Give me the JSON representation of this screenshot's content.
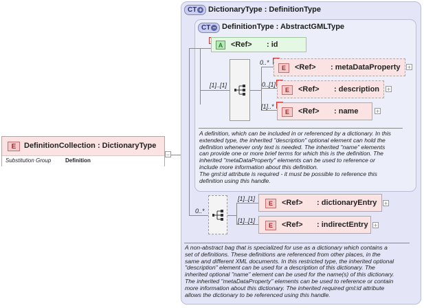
{
  "root_element": {
    "name": "DefinitionCollection : DictionaryType",
    "badge": "E",
    "substitution_group_label": "Substitution Group",
    "substitution_group_value": "Definition"
  },
  "outer_type": {
    "badge": "CT",
    "title": "DictionaryType : DefinitionType",
    "documentation": [
      "A non-abstract bag that is specialized for use as a dictionary which contains a",
      "set of definitions. These definitions are referenced from other places, in the",
      "same and different XML documents. In this restricted type, the inherited optional",
      "\"description\" element can be used for a description of this dictionary. The",
      "inherited optional \"name\" element can be used for the name(s) of this dictionary.",
      "The inherited \"metaDataProperty\" elements can be used to reference or contain",
      "more information about this dictionary. The inherited required gml:id attribute",
      "allows the dictionary to be referenced using this handle."
    ]
  },
  "inner_type": {
    "badge": "CT",
    "title": "DefinitionType : AbstractGMLType",
    "attribute": {
      "badge": "A",
      "ref": "<Ref>",
      "name": ": id"
    },
    "sequence_cardinality": "[1]..[1]",
    "elements": [
      {
        "badge": "E",
        "ref": "<Ref>",
        "name": ": metaDataProperty",
        "cardinality": "0..*"
      },
      {
        "badge": "E",
        "ref": "<Ref>",
        "name": ": description",
        "cardinality": "0..[1]"
      },
      {
        "badge": "E",
        "ref": "<Ref>",
        "name": ": name",
        "cardinality": "[1]..*"
      }
    ],
    "documentation": [
      "A definition, which can be included in or referenced by a dictionary. In this",
      "extended type, the inherited \"description\" optional element can hold the",
      "definition whenever only text is needed. The inherited \"name\" elements",
      "can provide one or more brief terms for which this is the definition. The",
      "inherited \"metaDataProperty\" elements can be used to reference or",
      "include more information about this definition.",
      "The gml:id attribute is required - it must be possible to reference this",
      "definition using this handle."
    ]
  },
  "choice_group": {
    "cardinality": "0..*",
    "elements": [
      {
        "badge": "E",
        "ref": "<Ref>",
        "name": ": dictionaryEntry",
        "cardinality": "[1]..[1]"
      },
      {
        "badge": "E",
        "ref": "<Ref>",
        "name": ": indirectEntry",
        "cardinality": "[1]..[1]"
      }
    ]
  },
  "icons": {
    "expand": "+",
    "collapse": "−",
    "remove": "x",
    "ct_symbol": "+",
    "ct_inner_symbol": "−"
  }
}
